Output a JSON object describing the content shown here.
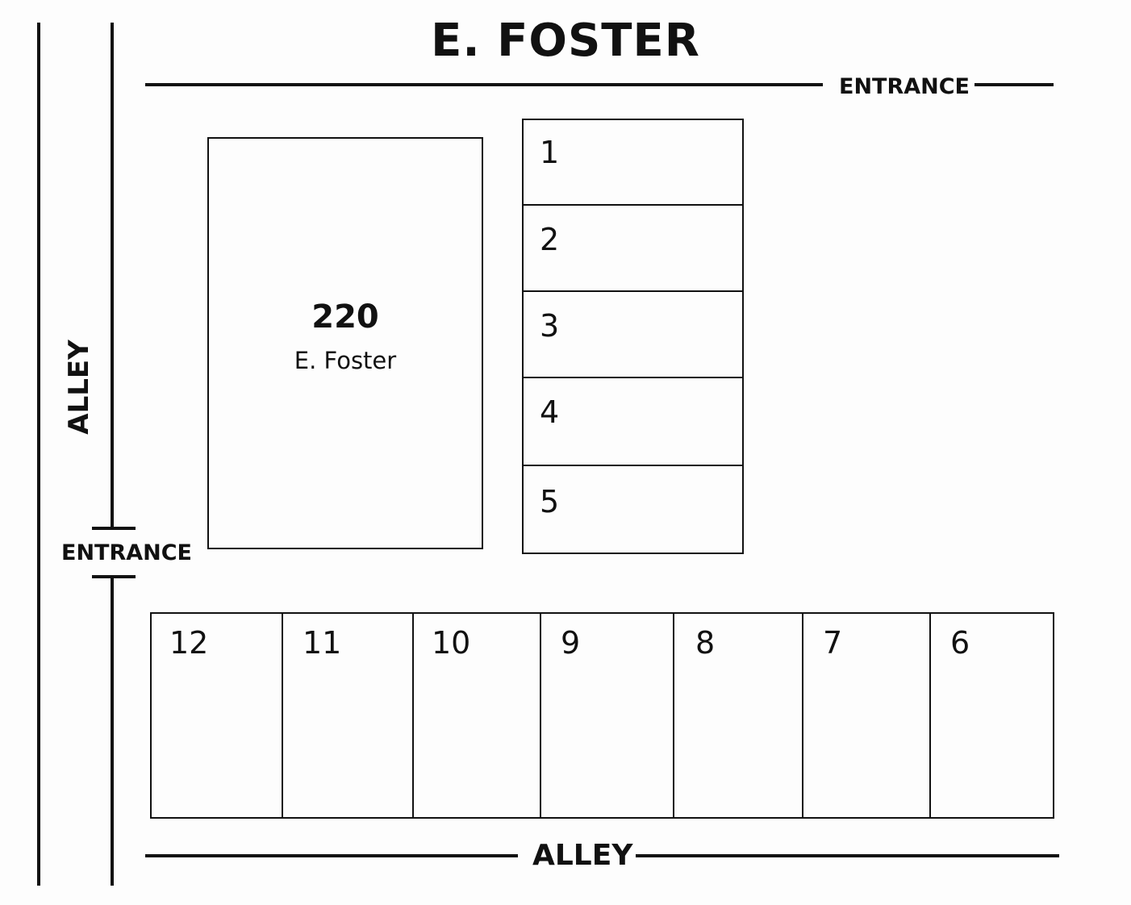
{
  "street": {
    "name": "E. FOSTER",
    "entrance_label": "ENTRANCE"
  },
  "alley": {
    "left_label": "ALLEY",
    "bottom_label": "ALLEY",
    "entrance_label": "ENTRANCE"
  },
  "building": {
    "number": "220",
    "street": "E. Foster"
  },
  "spaces_right_column": [
    {
      "label": "1"
    },
    {
      "label": "2"
    },
    {
      "label": "3"
    },
    {
      "label": "4"
    },
    {
      "label": "5"
    }
  ],
  "spaces_bottom_row": [
    {
      "label": "12"
    },
    {
      "label": "11"
    },
    {
      "label": "10"
    },
    {
      "label": "9"
    },
    {
      "label": "8"
    },
    {
      "label": "7"
    },
    {
      "label": "6"
    }
  ]
}
